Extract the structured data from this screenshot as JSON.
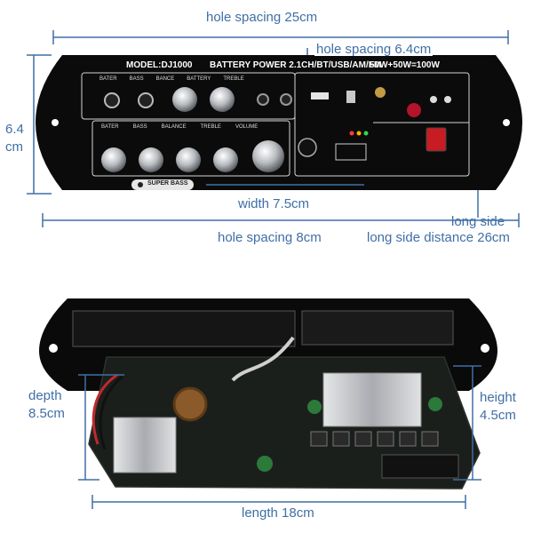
{
  "top_panel": {
    "model": "MODEL:DJ1000",
    "power_text": "BATTERY POWER 2.1CH/BT/USB/AM/FM",
    "watts": "50W+50W=100W",
    "knob_labels_top": [
      "BATER",
      "BASS",
      "BANCE",
      "BATTERY",
      "TREBLE"
    ],
    "knob_labels_bottom": [
      "BATER",
      "BASS",
      "BALANCE",
      "TREBLE",
      "VOLUME"
    ],
    "brand_badge": "SUPER BASS"
  },
  "labels": {
    "hole_spacing_top": "hole spacing 25cm",
    "hole_spacing_side": "hole spacing 6.4cm",
    "height_left_value": "6.4",
    "height_left_unit": "cm",
    "width": "width 7.5cm",
    "long_side": "long side",
    "hole_spacing_bottom": "hole spacing 8cm",
    "long_side_distance": "long side distance 26cm",
    "depth_title": "depth",
    "depth_value": "8.5cm",
    "height_title": "height",
    "height_value": "4.5cm",
    "length": "length 18cm"
  },
  "colors": {
    "dimension": "#3f6fa6",
    "panel": "#0b0b0b",
    "pcb": "#1c1f1c",
    "heatsink": "#c9cbcf"
  }
}
